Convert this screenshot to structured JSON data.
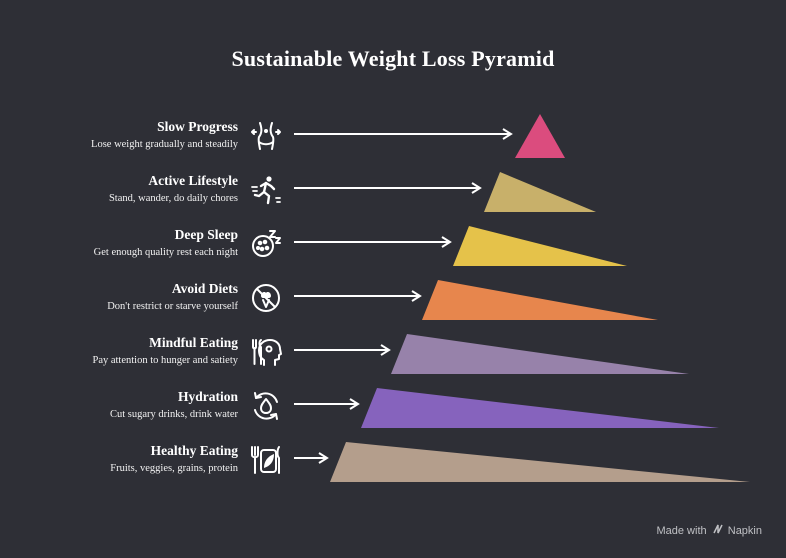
{
  "title": "Sustainable Weight Loss Pyramid",
  "levels": [
    {
      "name": "Slow Progress",
      "desc": "Lose weight gradually and steadily",
      "icon": "waist-measure-icon",
      "color": "#db4c7e"
    },
    {
      "name": "Active Lifestyle",
      "desc": "Stand, wander, do daily chores",
      "icon": "running-person-icon",
      "color": "#c8b06a"
    },
    {
      "name": "Deep Sleep",
      "desc": "Get enough quality rest each night",
      "icon": "sleep-icon",
      "color": "#e5c24a"
    },
    {
      "name": "Avoid Diets",
      "desc": "Don't restrict or starve yourself",
      "icon": "no-food-icon",
      "color": "#e7864d"
    },
    {
      "name": "Mindful Eating",
      "desc": "Pay attention to hunger and satiety",
      "icon": "mindful-head-icon",
      "color": "#9782aa"
    },
    {
      "name": "Hydration",
      "desc": "Cut sugary drinks, drink water",
      "icon": "water-cycle-icon",
      "color": "#8663bd"
    },
    {
      "name": "Healthy Eating",
      "desc": "Fruits, veggies, grains, protein",
      "icon": "utensils-leaf-icon",
      "color": "#b49e8c"
    }
  ],
  "credit": {
    "prefix": "Made with",
    "brand": "Napkin"
  }
}
